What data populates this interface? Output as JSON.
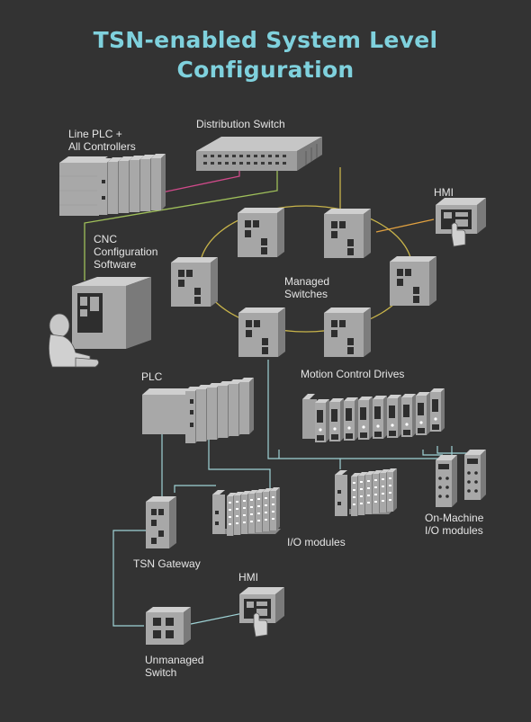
{
  "title": {
    "line1": "TSN-enabled System Level",
    "line2": "Configuration"
  },
  "labels": {
    "line_plc": [
      "Line PLC +",
      "All Controllers"
    ],
    "distribution_switch": "Distribution Switch",
    "hmi_top": "HMI",
    "cnc_software": [
      "CNC",
      "Configuration",
      "Software"
    ],
    "managed_switches": [
      "Managed",
      "Switches"
    ],
    "plc": "PLC",
    "motion_control_drives": "Motion Control Drives",
    "io_modules": "I/O modules",
    "on_machine_io": [
      "On-Machine",
      "I/O modules"
    ],
    "tsn_gateway": "TSN Gateway",
    "hmi_bottom": "HMI",
    "unmanaged_switch": [
      "Unmanaged",
      "Switch"
    ]
  },
  "colors": {
    "background": "#333333",
    "title": "#7fd1dd",
    "ring_link": "#c8b44a",
    "plc_link": "#d04a8a",
    "green_link": "#9fbf5a",
    "field_link": "#9fd3d6",
    "hmi_link": "#e0a040",
    "device": "#a8a8a8"
  }
}
